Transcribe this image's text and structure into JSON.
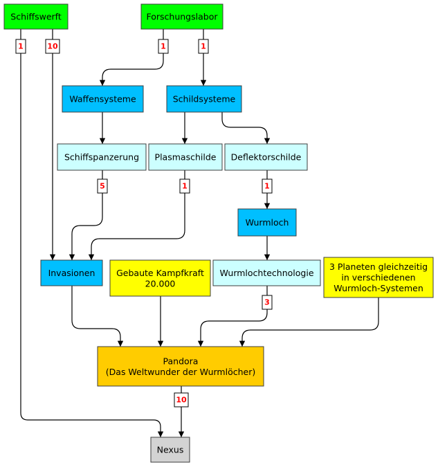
{
  "colors": {
    "green": "#00ff00",
    "blue": "#00bfff",
    "lightcyan": "#ccffff",
    "yellow": "#ffff00",
    "orange": "#ffcc00",
    "gray": "#d3d3d3"
  },
  "nodes": {
    "schiffswerft": {
      "lines": [
        "Schiffswerft"
      ],
      "color": "green"
    },
    "forschungslabor": {
      "lines": [
        "Forschungslabor"
      ],
      "color": "green"
    },
    "waffensysteme": {
      "lines": [
        "Waffensysteme"
      ],
      "color": "blue"
    },
    "schildsysteme": {
      "lines": [
        "Schildsysteme"
      ],
      "color": "blue"
    },
    "schiffspanzerung": {
      "lines": [
        "Schiffspanzerung"
      ],
      "color": "lightcyan"
    },
    "plasmaschilde": {
      "lines": [
        "Plasmaschilde"
      ],
      "color": "lightcyan"
    },
    "deflektorschilde": {
      "lines": [
        "Deflektorschilde"
      ],
      "color": "lightcyan"
    },
    "wurmloch": {
      "lines": [
        "Wurmloch"
      ],
      "color": "blue"
    },
    "invasionen": {
      "lines": [
        "Invasionen"
      ],
      "color": "blue"
    },
    "kampfkraft": {
      "lines": [
        "Gebaute Kampfkraft",
        "20.000"
      ],
      "color": "yellow"
    },
    "wurmlochtechnologie": {
      "lines": [
        "Wurmlochtechnologie"
      ],
      "color": "lightcyan"
    },
    "planeten": {
      "lines": [
        "3 Planeten gleichzeitig",
        "in verschiedenen",
        "Wurmloch-Systemen"
      ],
      "color": "yellow"
    },
    "pandora": {
      "lines": [
        "Pandora",
        "(Das Weltwunder der Wurmlöcher)"
      ],
      "color": "orange"
    },
    "nexus": {
      "lines": [
        "Nexus"
      ],
      "color": "gray"
    }
  },
  "badges": {
    "schiffswerft_nexus": "1",
    "schiffswerft_invasionen": "10",
    "forschung_waffen": "1",
    "forschung_schild": "1",
    "panzerung_invasionen": "5",
    "plasma_invasionen": "1",
    "deflektor_wurmloch": "1",
    "wurmlochtech_pandora": "3",
    "pandora_nexus": "10"
  }
}
